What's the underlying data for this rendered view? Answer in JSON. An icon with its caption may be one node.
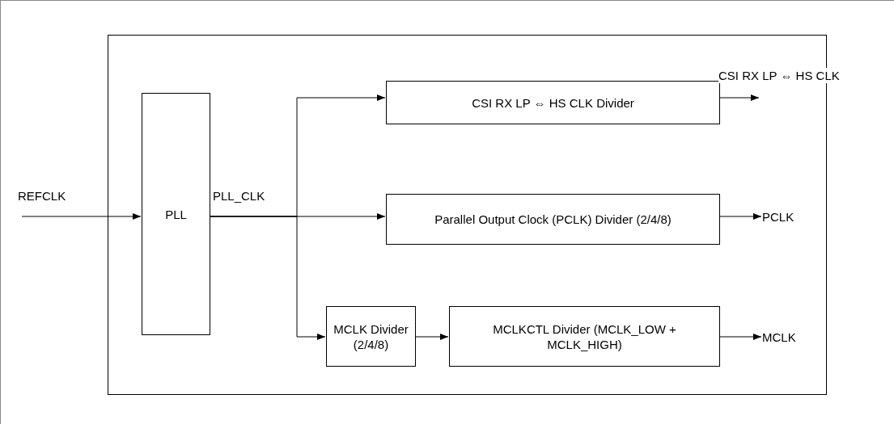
{
  "diagram": {
    "nodes": [
      {
        "text": [],
        "shape": "box"
      },
      {
        "text": [
          "PLL"
        ],
        "in": 0
      },
      {
        "text": [
          "CSI RX LP ⇔ HS CLK Divider"
        ],
        "in": 0
      },
      {
        "text": [
          "Parallel Output Clock (PCLK) Divider (2/4/8)"
        ],
        "in": 0
      },
      {
        "text": [
          "MCLK Divider (2/4/8)"
        ],
        "in": 0
      },
      {
        "text": [
          "MCLKCTL Divider (MCLK_LOW + MCLK_HIGH)"
        ],
        "in": 0
      },
      {
        "text": [
          "PCLK"
        ],
        "in": 0
      },
      {
        "text": [
          "MCLK"
        ],
        "in": 0
      }
    ],
    "edges": [
      {
        "from": null,
        "to": 1,
        "arrow": "to",
        "label": "REFCLK"
      },
      {
        "from": 1,
        "to": 3,
        "arrow": "to",
        "label": "PLL_CLK"
      },
      {
        "from": 1,
        "to": 2,
        "arrow": "to"
      },
      {
        "from": 1,
        "to": 4,
        "arrow": "to"
      },
      {
        "from": 2,
        "to": null,
        "arrow": "to",
        "label": "CSI RX LP ⇔ HS CLK"
      },
      {
        "from": 3,
        "to": 6,
        "arrow": "to"
      },
      {
        "from": 4,
        "to": 5,
        "arrow": "to"
      },
      {
        "from": 5,
        "to": 7,
        "arrow": "to"
      }
    ]
  }
}
